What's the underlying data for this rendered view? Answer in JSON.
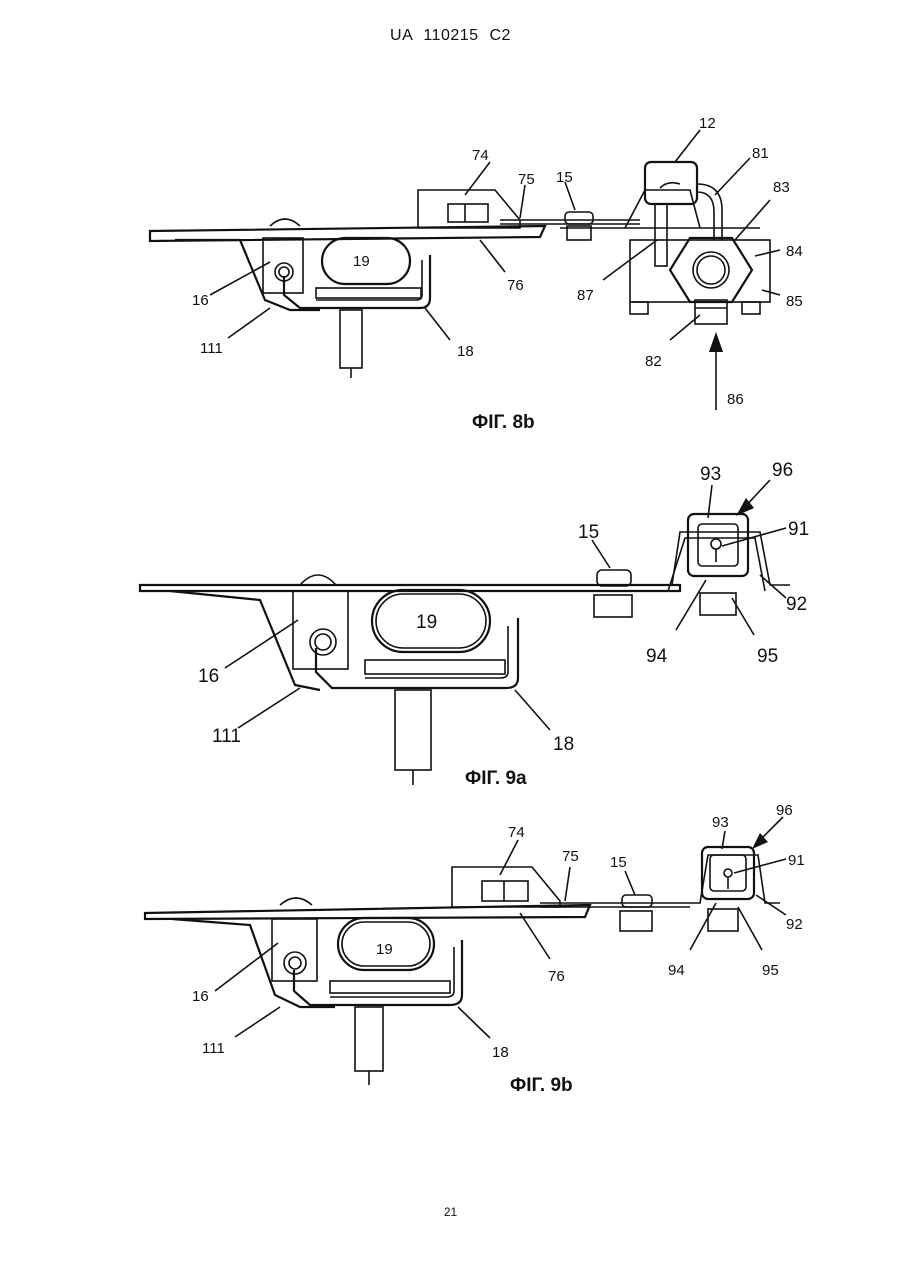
{
  "header": {
    "patent_id": "UA  110215  C2"
  },
  "page_number": "21",
  "figures": {
    "fig8b": {
      "caption": "ФІГ. 8b",
      "labels": {
        "l74": "74",
        "l75": "75",
        "l15": "15",
        "l12": "12",
        "l81": "81",
        "l83": "83",
        "l84": "84",
        "l85": "85",
        "l86": "86",
        "l82": "82",
        "l87": "87",
        "l76": "76",
        "l19": "19",
        "l16": "16",
        "l111": "111",
        "l18": "18"
      }
    },
    "fig9a": {
      "caption": "ФІГ. 9a",
      "labels": {
        "l15": "15",
        "l93": "93",
        "l96": "96",
        "l91": "91",
        "l92": "92",
        "l94": "94",
        "l95": "95",
        "l19": "19",
        "l16": "16",
        "l111": "111",
        "l18": "18"
      }
    },
    "fig9b": {
      "caption": "ФІГ. 9b",
      "labels": {
        "l74": "74",
        "l75": "75",
        "l15": "15",
        "l93": "93",
        "l96": "96",
        "l91": "91",
        "l92": "92",
        "l94": "94",
        "l95": "95",
        "l76": "76",
        "l19": "19",
        "l16": "16",
        "l111": "111",
        "l18": "18"
      }
    }
  }
}
